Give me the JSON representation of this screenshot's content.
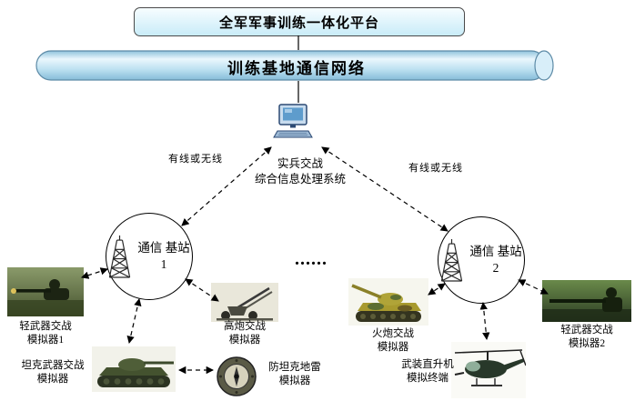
{
  "platform": {
    "label": "全军军事训练一体化平台"
  },
  "bus": {
    "label": "训练基地通信网络"
  },
  "processor": {
    "line1": "实兵交战",
    "line2": "综合信息处理系统"
  },
  "links": {
    "left": "有线或无线",
    "right": "有线或无线"
  },
  "stations": {
    "s1": {
      "line1": "通信",
      "line2": "基站1"
    },
    "s2": {
      "line1": "通信",
      "line2": "基站2"
    }
  },
  "ellipsis": {
    "text": "......"
  },
  "sims": {
    "light1": {
      "line1": "轻武器交战",
      "line2": "模拟器1"
    },
    "tank": {
      "line1": "坦克武器交战",
      "line2": "模拟器"
    },
    "aagun": {
      "line1": "高炮交战",
      "line2": "模拟器"
    },
    "mine": {
      "line1": "防坦克地雷",
      "line2": "模拟器"
    },
    "artillery": {
      "line1": "火炮交战",
      "line2": "模拟器"
    },
    "helicopter": {
      "line1": "武装直升机",
      "line2": "模拟终端"
    },
    "light2": {
      "line1": "轻武器交战",
      "line2": "模拟器2"
    }
  },
  "colors": {
    "bus_fill": "#bfe2f2",
    "platform_fill": "#c9ecf8",
    "line": "#000000"
  }
}
